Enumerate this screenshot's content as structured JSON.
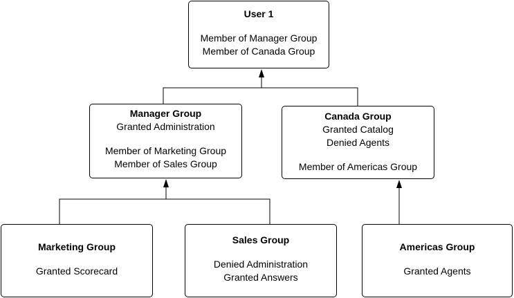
{
  "nodes": {
    "user1": {
      "title": "User 1",
      "line1": "Member of Manager Group",
      "line2": "Member of Canada Group"
    },
    "manager": {
      "title": "Manager Group",
      "line1": "Granted Administration",
      "line2": "Member of Marketing Group",
      "line3": "Member of Sales Group"
    },
    "canada": {
      "title": "Canada Group",
      "line1": "Granted Catalog",
      "line2": "Denied Agents",
      "line3": "Member of Americas Group"
    },
    "marketing": {
      "title": "Marketing Group",
      "line1": "Granted Scorecard"
    },
    "sales": {
      "title": "Sales Group",
      "line1": "Denied Administration",
      "line2": "Granted Answers"
    },
    "americas": {
      "title": "Americas Group",
      "line1": "Granted Agents"
    }
  },
  "colors": {
    "line": "#000000",
    "box_border": "#000000",
    "background": "#ffffff"
  }
}
